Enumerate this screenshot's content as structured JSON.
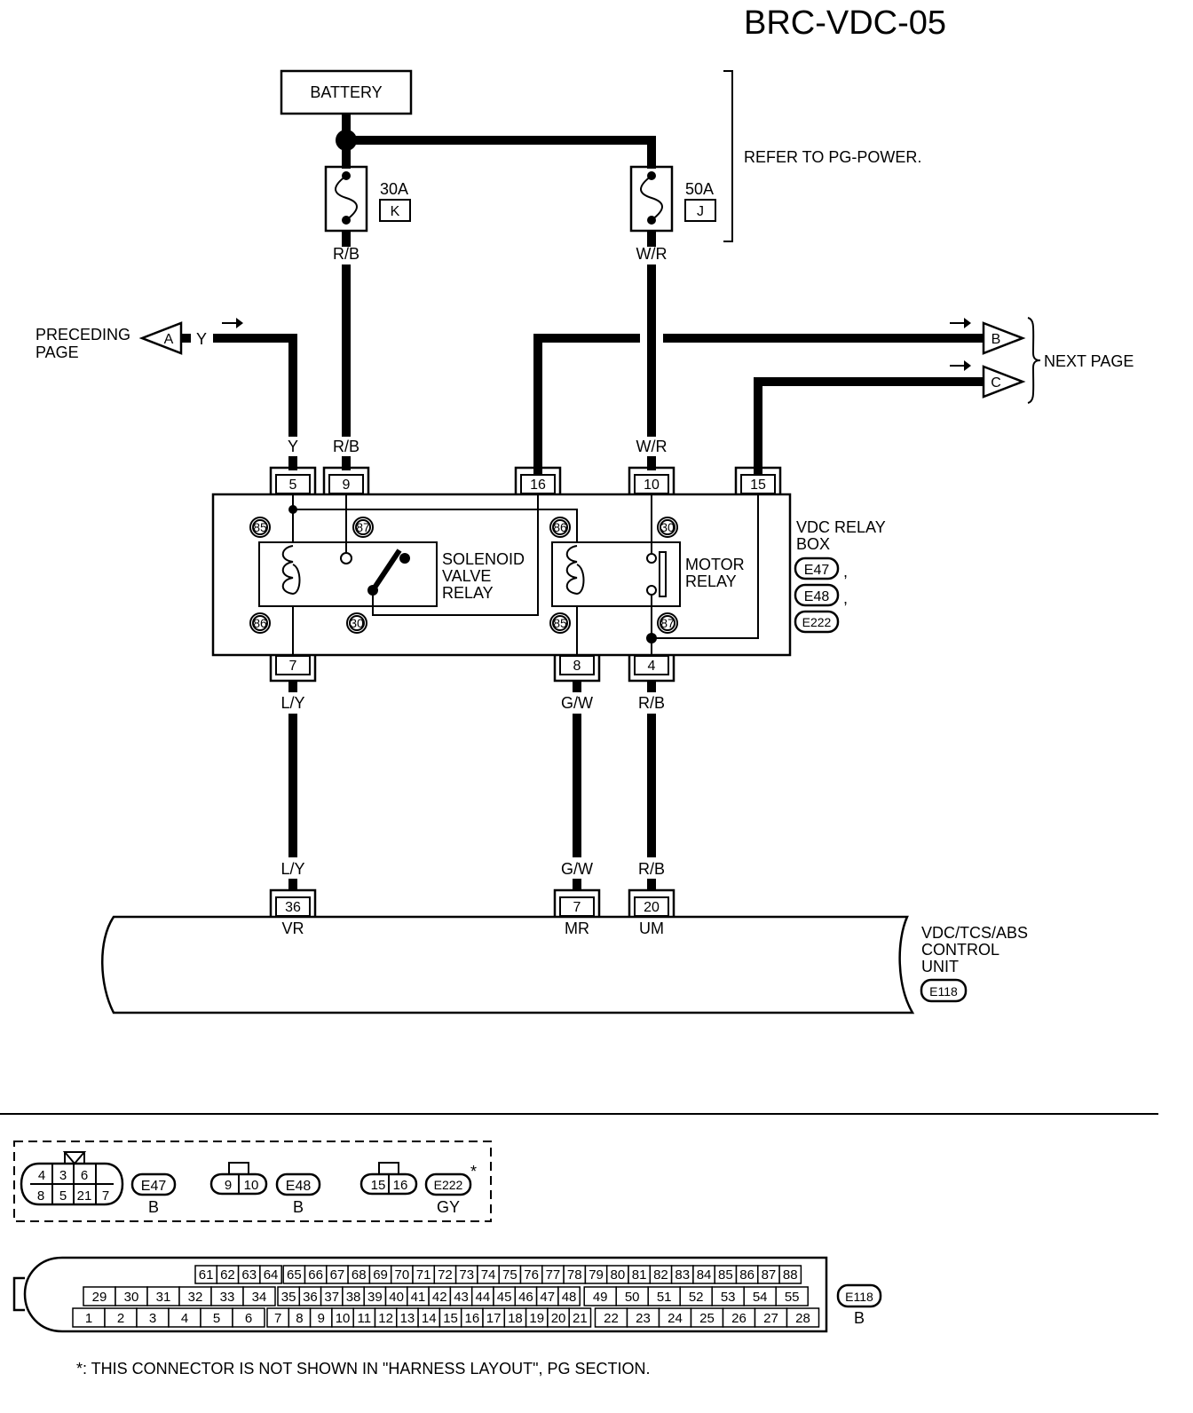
{
  "title": "BRC-VDC-05",
  "battery": "BATTERY",
  "refer": "REFER TO PG-POWER.",
  "fuses": [
    {
      "rating": "30A",
      "code": "K"
    },
    {
      "rating": "50A",
      "code": "J"
    }
  ],
  "wires": {
    "rb": "R/B",
    "wr": "W/R",
    "y": "Y",
    "ly": "L/Y",
    "gw": "G/W"
  },
  "preceding": {
    "line1": "PRECEDING",
    "line2": "PAGE",
    "tag": "A"
  },
  "next": {
    "label": "NEXT PAGE",
    "tag_b": "B",
    "tag_c": "C"
  },
  "relay_pins_top": [
    "5",
    "9",
    "16",
    "10",
    "15"
  ],
  "relay_pins_bottom": [
    "7",
    "8",
    "4"
  ],
  "relay_terms": {
    "t85a": "85",
    "t87a": "87",
    "t86a": "86",
    "t30a": "30",
    "t86b": "86",
    "t30b": "30",
    "t85b": "85",
    "t87b": "87"
  },
  "solenoid": {
    "l1": "SOLENOID",
    "l2": "VALVE",
    "l3": "RELAY"
  },
  "motor": {
    "l1": "MOTOR",
    "l2": "RELAY"
  },
  "relay_box": {
    "l1": "VDC RELAY",
    "l2": "BOX",
    "c1": "E47",
    "c2": "E48",
    "c3": "E222",
    "comma": ","
  },
  "ecu_pins": [
    "36",
    "7",
    "20"
  ],
  "ecu_terms": [
    "VR",
    "MR",
    "UM"
  ],
  "ecu": {
    "l1": "VDC/TCS/ABS",
    "l2": "CONTROL",
    "l3": "UNIT",
    "code": "E118"
  },
  "conn_e47": {
    "top": [
      "4",
      "3",
      "6"
    ],
    "bottom": [
      "8",
      "5",
      "21",
      "7"
    ],
    "code": "E47",
    "color": "B"
  },
  "conn_e48": {
    "pins": [
      "9",
      "10"
    ],
    "code": "E48",
    "color": "B"
  },
  "conn_e222": {
    "pins": [
      "15",
      "16"
    ],
    "code": "E222",
    "color": "GY",
    "star": "*"
  },
  "conn_e118": {
    "row1": [
      "61",
      "62",
      "63",
      "64",
      "65",
      "66",
      "67",
      "68",
      "69",
      "70",
      "71",
      "72",
      "73",
      "74",
      "75",
      "76",
      "77",
      "78",
      "79",
      "80",
      "81",
      "82",
      "83",
      "84",
      "85",
      "86",
      "87",
      "88"
    ],
    "row2": [
      "29",
      "30",
      "31",
      "32",
      "33",
      "34",
      "35",
      "36",
      "37",
      "38",
      "39",
      "40",
      "41",
      "42",
      "43",
      "44",
      "45",
      "46",
      "47",
      "48",
      "49",
      "50",
      "51",
      "52",
      "53",
      "54",
      "55"
    ],
    "row3": [
      "1",
      "2",
      "3",
      "4",
      "5",
      "6",
      "7",
      "8",
      "9",
      "10",
      "11",
      "12",
      "13",
      "14",
      "15",
      "16",
      "17",
      "18",
      "19",
      "20",
      "21",
      "22",
      "23",
      "24",
      "25",
      "26",
      "27",
      "28"
    ],
    "code": "E118",
    "color": "B"
  },
  "footnote": "*: THIS CONNECTOR IS NOT SHOWN IN \"HARNESS LAYOUT\", PG SECTION."
}
